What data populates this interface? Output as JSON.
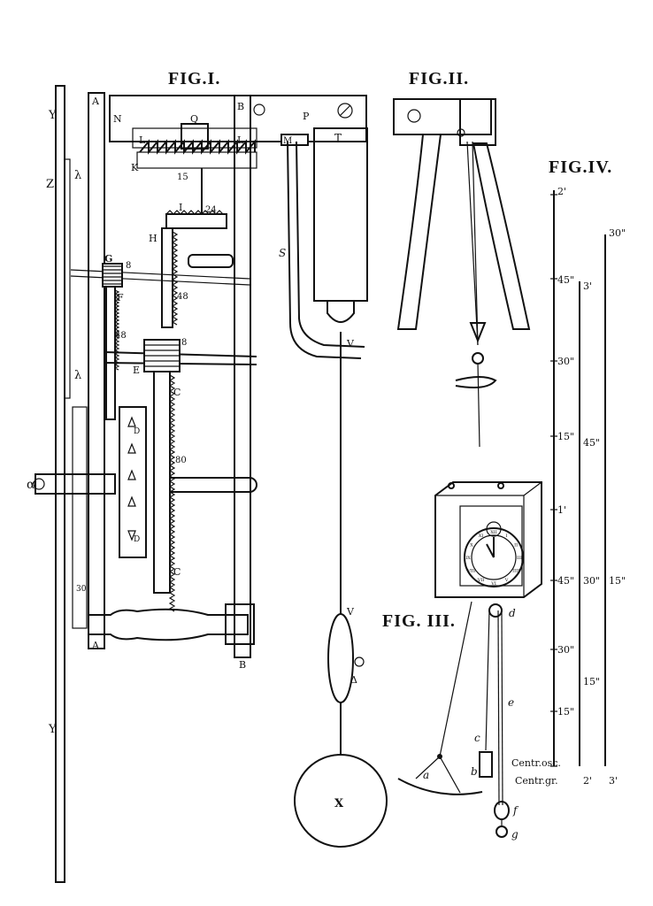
{
  "figures": {
    "fig1": {
      "title": "FIG.I.",
      "labels": {
        "Y_top": "Y",
        "Z": "Z",
        "lambda_top": "λ",
        "lambda_mid": "λ",
        "Y_bottom": "Y",
        "A_top": "A",
        "A_bottom": "A",
        "B_top": "B",
        "B_bottom": "B",
        "N": "N",
        "Q": "Q",
        "L_left": "L",
        "L_right": "L",
        "K": "K",
        "P": "P",
        "M": "M",
        "T": "T",
        "S": "S",
        "V_upper": "V",
        "V_lower": "V",
        "X": "X",
        "delta": "Δ",
        "I": "I",
        "H": "H",
        "G": "G",
        "F": "F",
        "E": "E",
        "C_upper": "C",
        "C_lower": "C",
        "D_upper": "D",
        "D_lower": "D",
        "alpha": "α",
        "n15": "15",
        "n24": "24",
        "n48_rack": "48",
        "n48_wheel": "48",
        "n8_small": "8",
        "n8_E": "8",
        "n80": "80",
        "n30": "30"
      }
    },
    "fig2": {
      "title": "FIG.II."
    },
    "fig3": {
      "title": "FIG. III.",
      "labels": {
        "a": "a",
        "b": "b",
        "c": "c",
        "d": "d",
        "e": "e",
        "f": "f",
        "g": "g"
      },
      "dial_numerals": [
        "XII",
        "I",
        "II",
        "III",
        "IIII",
        "V",
        "VI",
        "VII",
        "VIII",
        "IX",
        "X",
        "XI"
      ]
    },
    "fig4": {
      "title": "FIG.IV.",
      "scale1": [
        "2'",
        "45\"",
        "30\"",
        "15\"",
        "1'",
        "45\"",
        "30\"",
        "15\""
      ],
      "scale2": [
        "3'",
        "45\"",
        "30\"",
        "15\""
      ],
      "scale3": [
        "30\"",
        "15\""
      ],
      "centr_osc": "Centr.osc.",
      "centr_gr": "Centr.gr.",
      "foot1": "2'",
      "foot2": "3'"
    }
  }
}
